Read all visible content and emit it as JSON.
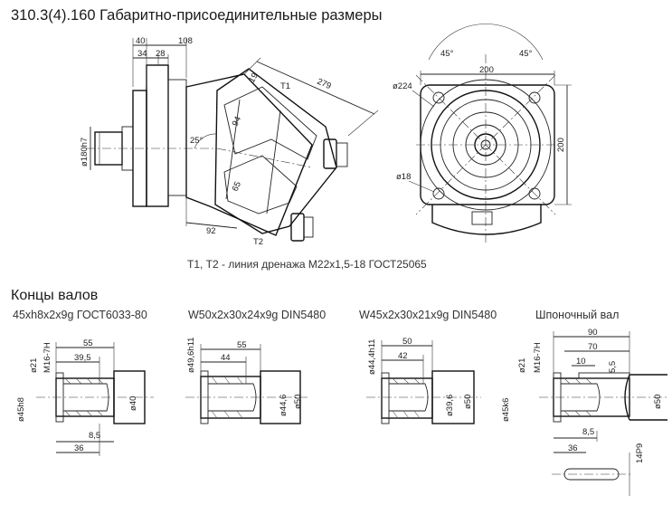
{
  "title": "310.3(4).160 Габаритно-присоединительные размеры",
  "drain_note": "Т1, Т2 - линия дренажа  М22х1,5-18 ГОСТ25065",
  "shaft_ends_heading": "Концы валов",
  "main_view": {
    "dims": [
      "40",
      "108",
      "34",
      "28",
      "279",
      "19",
      "Т1",
      "94",
      "25°",
      "65",
      "92",
      "Т2",
      "ø180h7"
    ]
  },
  "end_view": {
    "dims": [
      "45°",
      "45°",
      "200",
      "ø224",
      "200",
      "ø18"
    ]
  },
  "shafts": [
    {
      "label": "45xh8x2x9g ГОСТ6033-80",
      "dims": [
        "55",
        "39,5",
        "ø21",
        "M16-7H",
        "ø45h8",
        "ø40",
        "8,5",
        "36"
      ]
    },
    {
      "label": "W50x2x30x24x9g DIN5480",
      "dims": [
        "55",
        "44",
        "ø49,6h11",
        "ø44,6",
        "ø50"
      ]
    },
    {
      "label": "W45x2x30x21x9g DIN5480",
      "dims": [
        "50",
        "42",
        "ø44,4h11",
        "ø39,6",
        "ø50"
      ]
    },
    {
      "label": "Шпоночный вал",
      "dims": [
        "90",
        "70",
        "10",
        "5,5",
        "ø21",
        "M16-7H",
        "ø45k6",
        "ø50",
        "8,5",
        "36",
        "14P9"
      ]
    }
  ]
}
